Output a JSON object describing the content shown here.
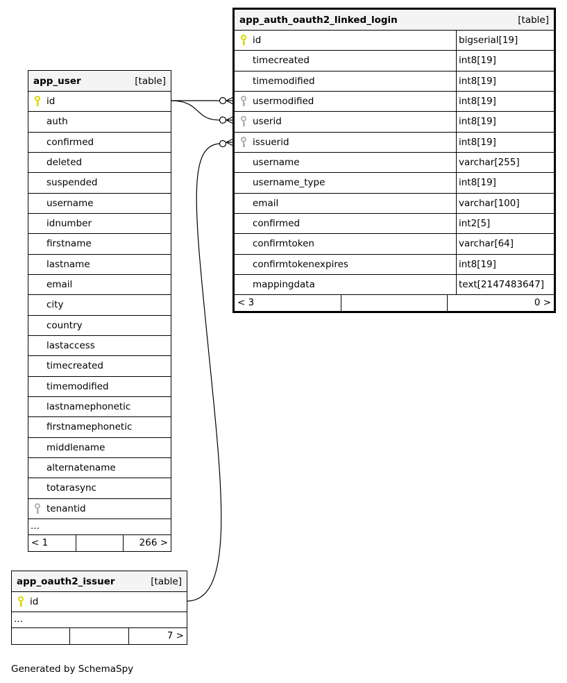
{
  "tables": [
    {
      "id": "app_user",
      "name": "app_user",
      "type_label": "[table]",
      "columns": [
        {
          "name": "id",
          "key": "pk"
        },
        {
          "name": "auth"
        },
        {
          "name": "confirmed"
        },
        {
          "name": "deleted"
        },
        {
          "name": "suspended"
        },
        {
          "name": "username"
        },
        {
          "name": "idnumber"
        },
        {
          "name": "firstname"
        },
        {
          "name": "lastname"
        },
        {
          "name": "email"
        },
        {
          "name": "city"
        },
        {
          "name": "country"
        },
        {
          "name": "lastaccess"
        },
        {
          "name": "timecreated"
        },
        {
          "name": "timemodified"
        },
        {
          "name": "lastnamephonetic"
        },
        {
          "name": "firstnamephonetic"
        },
        {
          "name": "middlename"
        },
        {
          "name": "alternatename"
        },
        {
          "name": "totarasync"
        },
        {
          "name": "tenantid",
          "key": "fk"
        }
      ],
      "more": "...",
      "footer": [
        "< 1",
        "",
        "266 >"
      ]
    },
    {
      "id": "app_auth_oauth2_linked_login",
      "name": "app_auth_oauth2_linked_login",
      "type_label": "[table]",
      "focus": true,
      "columns": [
        {
          "name": "id",
          "type": "bigserial[19]",
          "key": "pk"
        },
        {
          "name": "timecreated",
          "type": "int8[19]"
        },
        {
          "name": "timemodified",
          "type": "int8[19]"
        },
        {
          "name": "usermodified",
          "type": "int8[19]",
          "key": "fk"
        },
        {
          "name": "userid",
          "type": "int8[19]",
          "key": "fk"
        },
        {
          "name": "issuerid",
          "type": "int8[19]",
          "key": "fk"
        },
        {
          "name": "username",
          "type": "varchar[255]"
        },
        {
          "name": "username_type",
          "type": "int8[19]"
        },
        {
          "name": "email",
          "type": "varchar[100]"
        },
        {
          "name": "confirmed",
          "type": "int2[5]"
        },
        {
          "name": "confirmtoken",
          "type": "varchar[64]"
        },
        {
          "name": "confirmtokenexpires",
          "type": "int8[19]"
        },
        {
          "name": "mappingdata",
          "type": "text[2147483647]"
        }
      ],
      "footer": [
        "< 3",
        "",
        "0 >"
      ]
    },
    {
      "id": "app_oauth2_issuer",
      "name": "app_oauth2_issuer",
      "type_label": "[table]",
      "columns": [
        {
          "name": "id",
          "key": "pk"
        }
      ],
      "more": "...",
      "footer": [
        "",
        "",
        "7 >"
      ]
    }
  ],
  "colors": {
    "pk": "#d8d800",
    "fk": "#b0b0b0"
  },
  "footer_text": "Generated by SchemaSpy"
}
